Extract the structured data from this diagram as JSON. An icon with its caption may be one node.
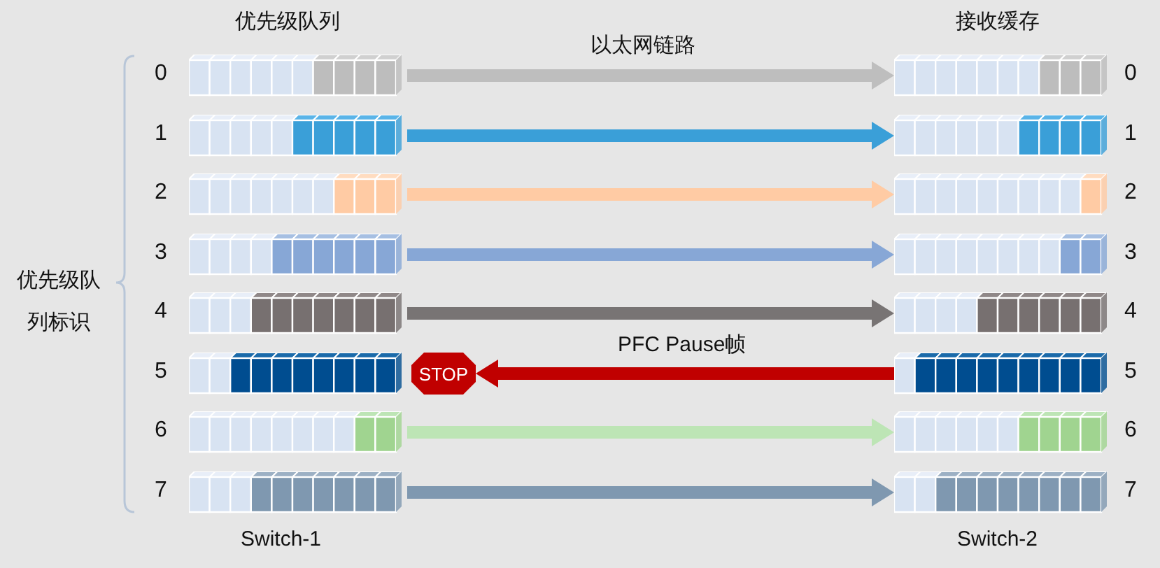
{
  "diagram": {
    "nodes": [
      {
        "text": [],
        "shape": "bar",
        "beside": [
          "0"
        ]
      },
      {
        "text": [],
        "shape": "bar",
        "beside": [
          "1"
        ]
      },
      {
        "text": [],
        "shape": "bar",
        "beside": [
          "2"
        ]
      },
      {
        "text": [],
        "shape": "bar",
        "beside": [
          "3"
        ]
      },
      {
        "text": [],
        "shape": "bar",
        "beside": [
          "4"
        ]
      },
      {
        "text": [],
        "shape": "bar",
        "beside": [
          "5"
        ]
      },
      {
        "text": [],
        "shape": "bar",
        "beside": [
          "6"
        ]
      },
      {
        "text": [],
        "shape": "bar",
        "beside": [
          "7"
        ]
      },
      {
        "text": [],
        "shape": "bar",
        "beside": [
          "0"
        ]
      },
      {
        "text": [],
        "shape": "bar",
        "beside": [
          "1"
        ]
      },
      {
        "text": [],
        "shape": "bar",
        "beside": [
          "2"
        ]
      },
      {
        "text": [],
        "shape": "bar",
        "beside": [
          "3"
        ]
      },
      {
        "text": [],
        "shape": "bar",
        "beside": [
          "4"
        ]
      },
      {
        "text": [],
        "shape": "bar",
        "beside": [
          "5"
        ]
      },
      {
        "text": [],
        "shape": "bar",
        "beside": [
          "6"
        ]
      },
      {
        "text": [],
        "shape": "bar",
        "beside": [
          "7"
        ]
      },
      {
        "text": [
          "STOP"
        ]
      }
    ],
    "edges": [
      {
        "from": 0,
        "to": 8,
        "arrow": "to",
        "color": "#bebebe"
      },
      {
        "from": 1,
        "to": 9,
        "arrow": "to",
        "color": "#3a9fd8"
      },
      {
        "from": 2,
        "to": 10,
        "arrow": "to",
        "color": "#ffcba4"
      },
      {
        "from": 3,
        "to": 11,
        "arrow": "to",
        "color": "#87a7d6"
      },
      {
        "from": 4,
        "to": 12,
        "arrow": "to",
        "color": "#787474"
      },
      {
        "from": 13,
        "to": 16,
        "arrow": "to",
        "label": "PFC Pause帧",
        "color": "#c00000"
      },
      {
        "from": 6,
        "to": 14,
        "arrow": "to",
        "color": "#bde5b5"
      },
      {
        "from": 7,
        "to": 15,
        "arrow": "to",
        "color": "#7f98b0"
      }
    ],
    "labels": [
      "优先级队列",
      "以太网链路",
      "接收缓存",
      "优先级队列标识",
      "Switch-1",
      "Switch-2"
    ]
  }
}
